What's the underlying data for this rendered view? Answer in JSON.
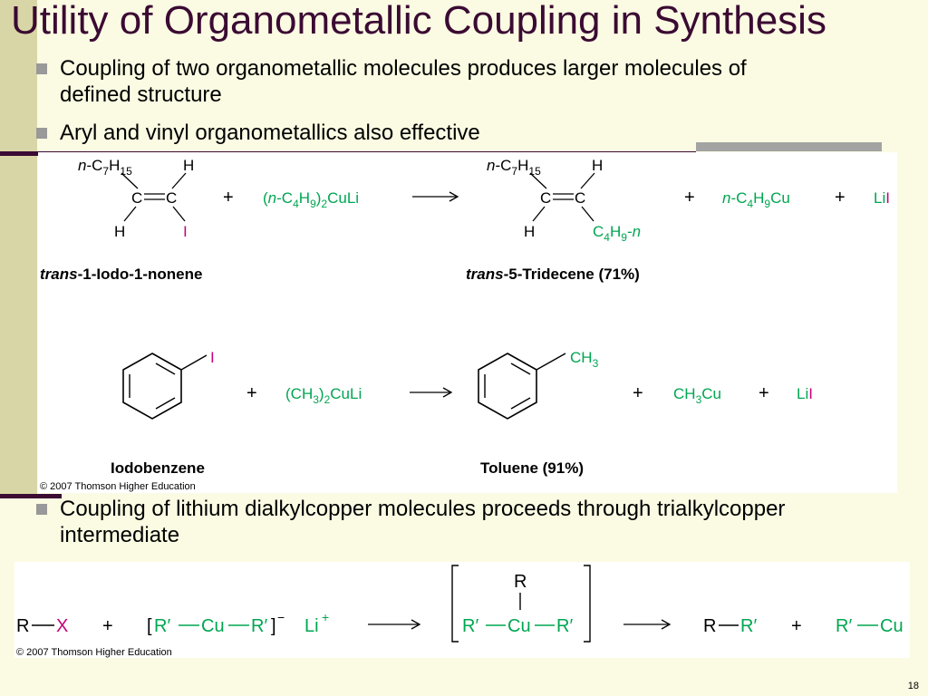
{
  "slide": {
    "title": "Utility of Organometallic Coupling in Synthesis",
    "bullets": [
      "Coupling of two organometallic molecules produces larger molecules of defined structure",
      "Aryl and vinyl organometallics also effective",
      "Coupling of lithium dialkylcopper molecules proceeds through trialkylcopper intermediate"
    ],
    "slide_number": "18"
  },
  "colors": {
    "green": "#00a651",
    "magenta": "#c4007a",
    "title": "#3b0b33"
  },
  "panel1": {
    "reaction1": {
      "reactant_name_italic": "trans",
      "reactant_name_rest": "-1-Iodo-1-nonene",
      "product_name_italic": "trans",
      "product_name_rest": "-5-Tridecene (71%)"
    },
    "reaction2": {
      "reactant_name": "Iodobenzene",
      "product_name": "Toluene (91%)"
    },
    "copyright": "© 2007 Thomson Higher Education"
  },
  "panel2": {
    "copyright": "© 2007 Thomson Higher Education"
  }
}
